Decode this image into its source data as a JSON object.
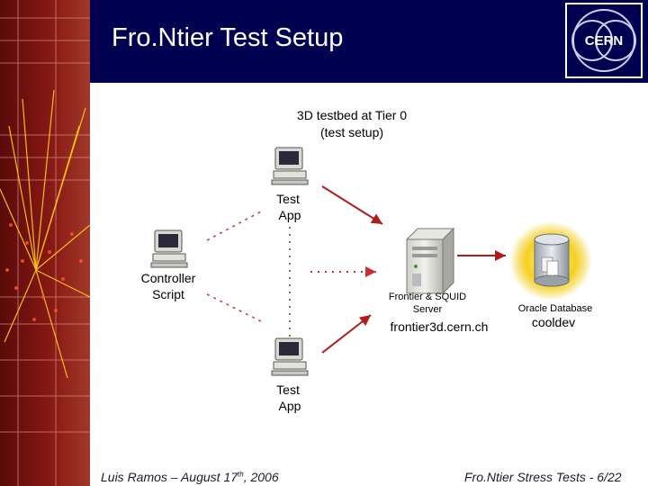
{
  "slide": {
    "title": "Fro.Ntier Test Setup",
    "logo_text": "CERN"
  },
  "diagram": {
    "testbed_title": "3D testbed at Tier 0",
    "testbed_subtitle": "(test setup)",
    "test_app_top": [
      "Test",
      "App"
    ],
    "test_app_bottom": [
      "Test",
      "App"
    ],
    "controller": [
      "Controller",
      "Script"
    ],
    "server": {
      "label": [
        "Frontier & SQUID",
        "Server"
      ],
      "host": "frontier3d.cern.ch"
    },
    "database": {
      "label": "Oracle Database",
      "name": "cooldev"
    }
  },
  "footer": {
    "author": "Luis Ramos – August 17",
    "date_suffix": "th",
    "year": ", 2006",
    "page": "Fro.Ntier Stress Tests - 6/22"
  },
  "colors": {
    "title_bar": "#000050",
    "arrow_red": "#b01c1c",
    "side_panel": "#7a1010",
    "database_glow": "#f0c400"
  }
}
